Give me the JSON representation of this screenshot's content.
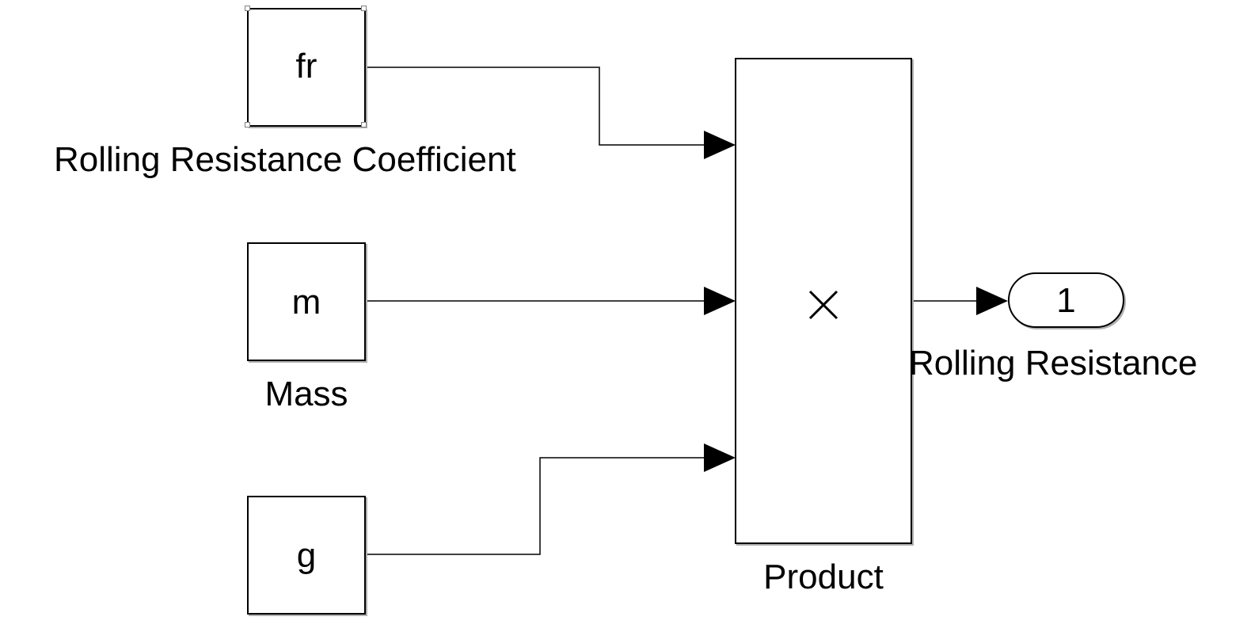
{
  "diagram": {
    "constant_fr": {
      "value": "fr",
      "name": "Rolling Resistance Coefficient"
    },
    "constant_m": {
      "value": "m",
      "name": "Mass"
    },
    "constant_g": {
      "value": "g",
      "name": ""
    },
    "product": {
      "symbol": "×",
      "name": "Product"
    },
    "outport": {
      "number": "1",
      "name": "Rolling Resistance"
    },
    "colors": {
      "line": "#000000",
      "background": "#ffffff",
      "shadow": "#b0b0b0"
    },
    "selected_block": "constant_fr"
  }
}
